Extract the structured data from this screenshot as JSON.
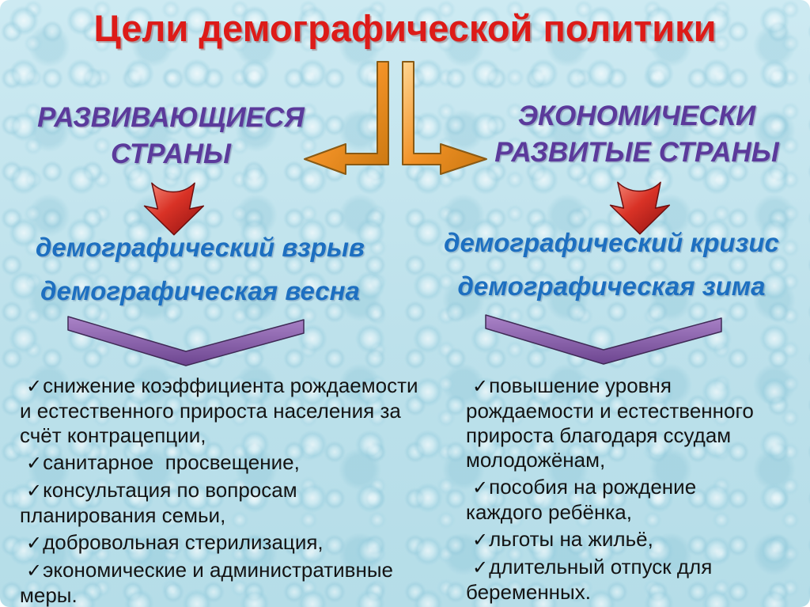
{
  "slide": {
    "title": "Цели демографической политики"
  },
  "colors": {
    "background_blue": "#bee2ec",
    "title_red": "#dd1b18",
    "heading_purple": "#5b3a9b",
    "result_blue": "#1d6fc0",
    "list_text_black": "#141414",
    "connector_orange": "#f19126",
    "down_arrow_red": "#c42020",
    "chevron_purple": "#8a64ad"
  },
  "branches": {
    "left": {
      "heading_line1": "РАЗВИВАЮЩИЕСЯ",
      "heading_line2": "СТРАНЫ",
      "result_line1": "демографический взрыв",
      "result_line2": "демографическая весна",
      "bullet": "✓",
      "items": [
        {
          "text": "снижение коэффициента рождаемости и естественного прироста населения за счёт контрацепции,"
        },
        {
          "text": "санитарное  просвещение,"
        },
        {
          "text": "консультация по вопросам планирования семьи,"
        },
        {
          "text": "добровольная стерилизация,"
        },
        {
          "text": "экономические и административные меры."
        }
      ]
    },
    "right": {
      "heading_line1": "ЭКОНОМИЧЕСКИ",
      "heading_line2": "РАЗВИТЫЕ СТРАНЫ",
      "result_line1": "демографический кризис",
      "result_line2": "демографическая зима",
      "bullet": "✓",
      "items": [
        {
          "text": "повышение уровня рождаемости и естественного прироста благодаря ссудам молодожёнам,"
        },
        {
          "text": "пособия на рождение каждого ребёнка,"
        },
        {
          "text": "льготы на жильё,"
        },
        {
          "text": "длительный отпуск для беременных."
        }
      ]
    }
  }
}
